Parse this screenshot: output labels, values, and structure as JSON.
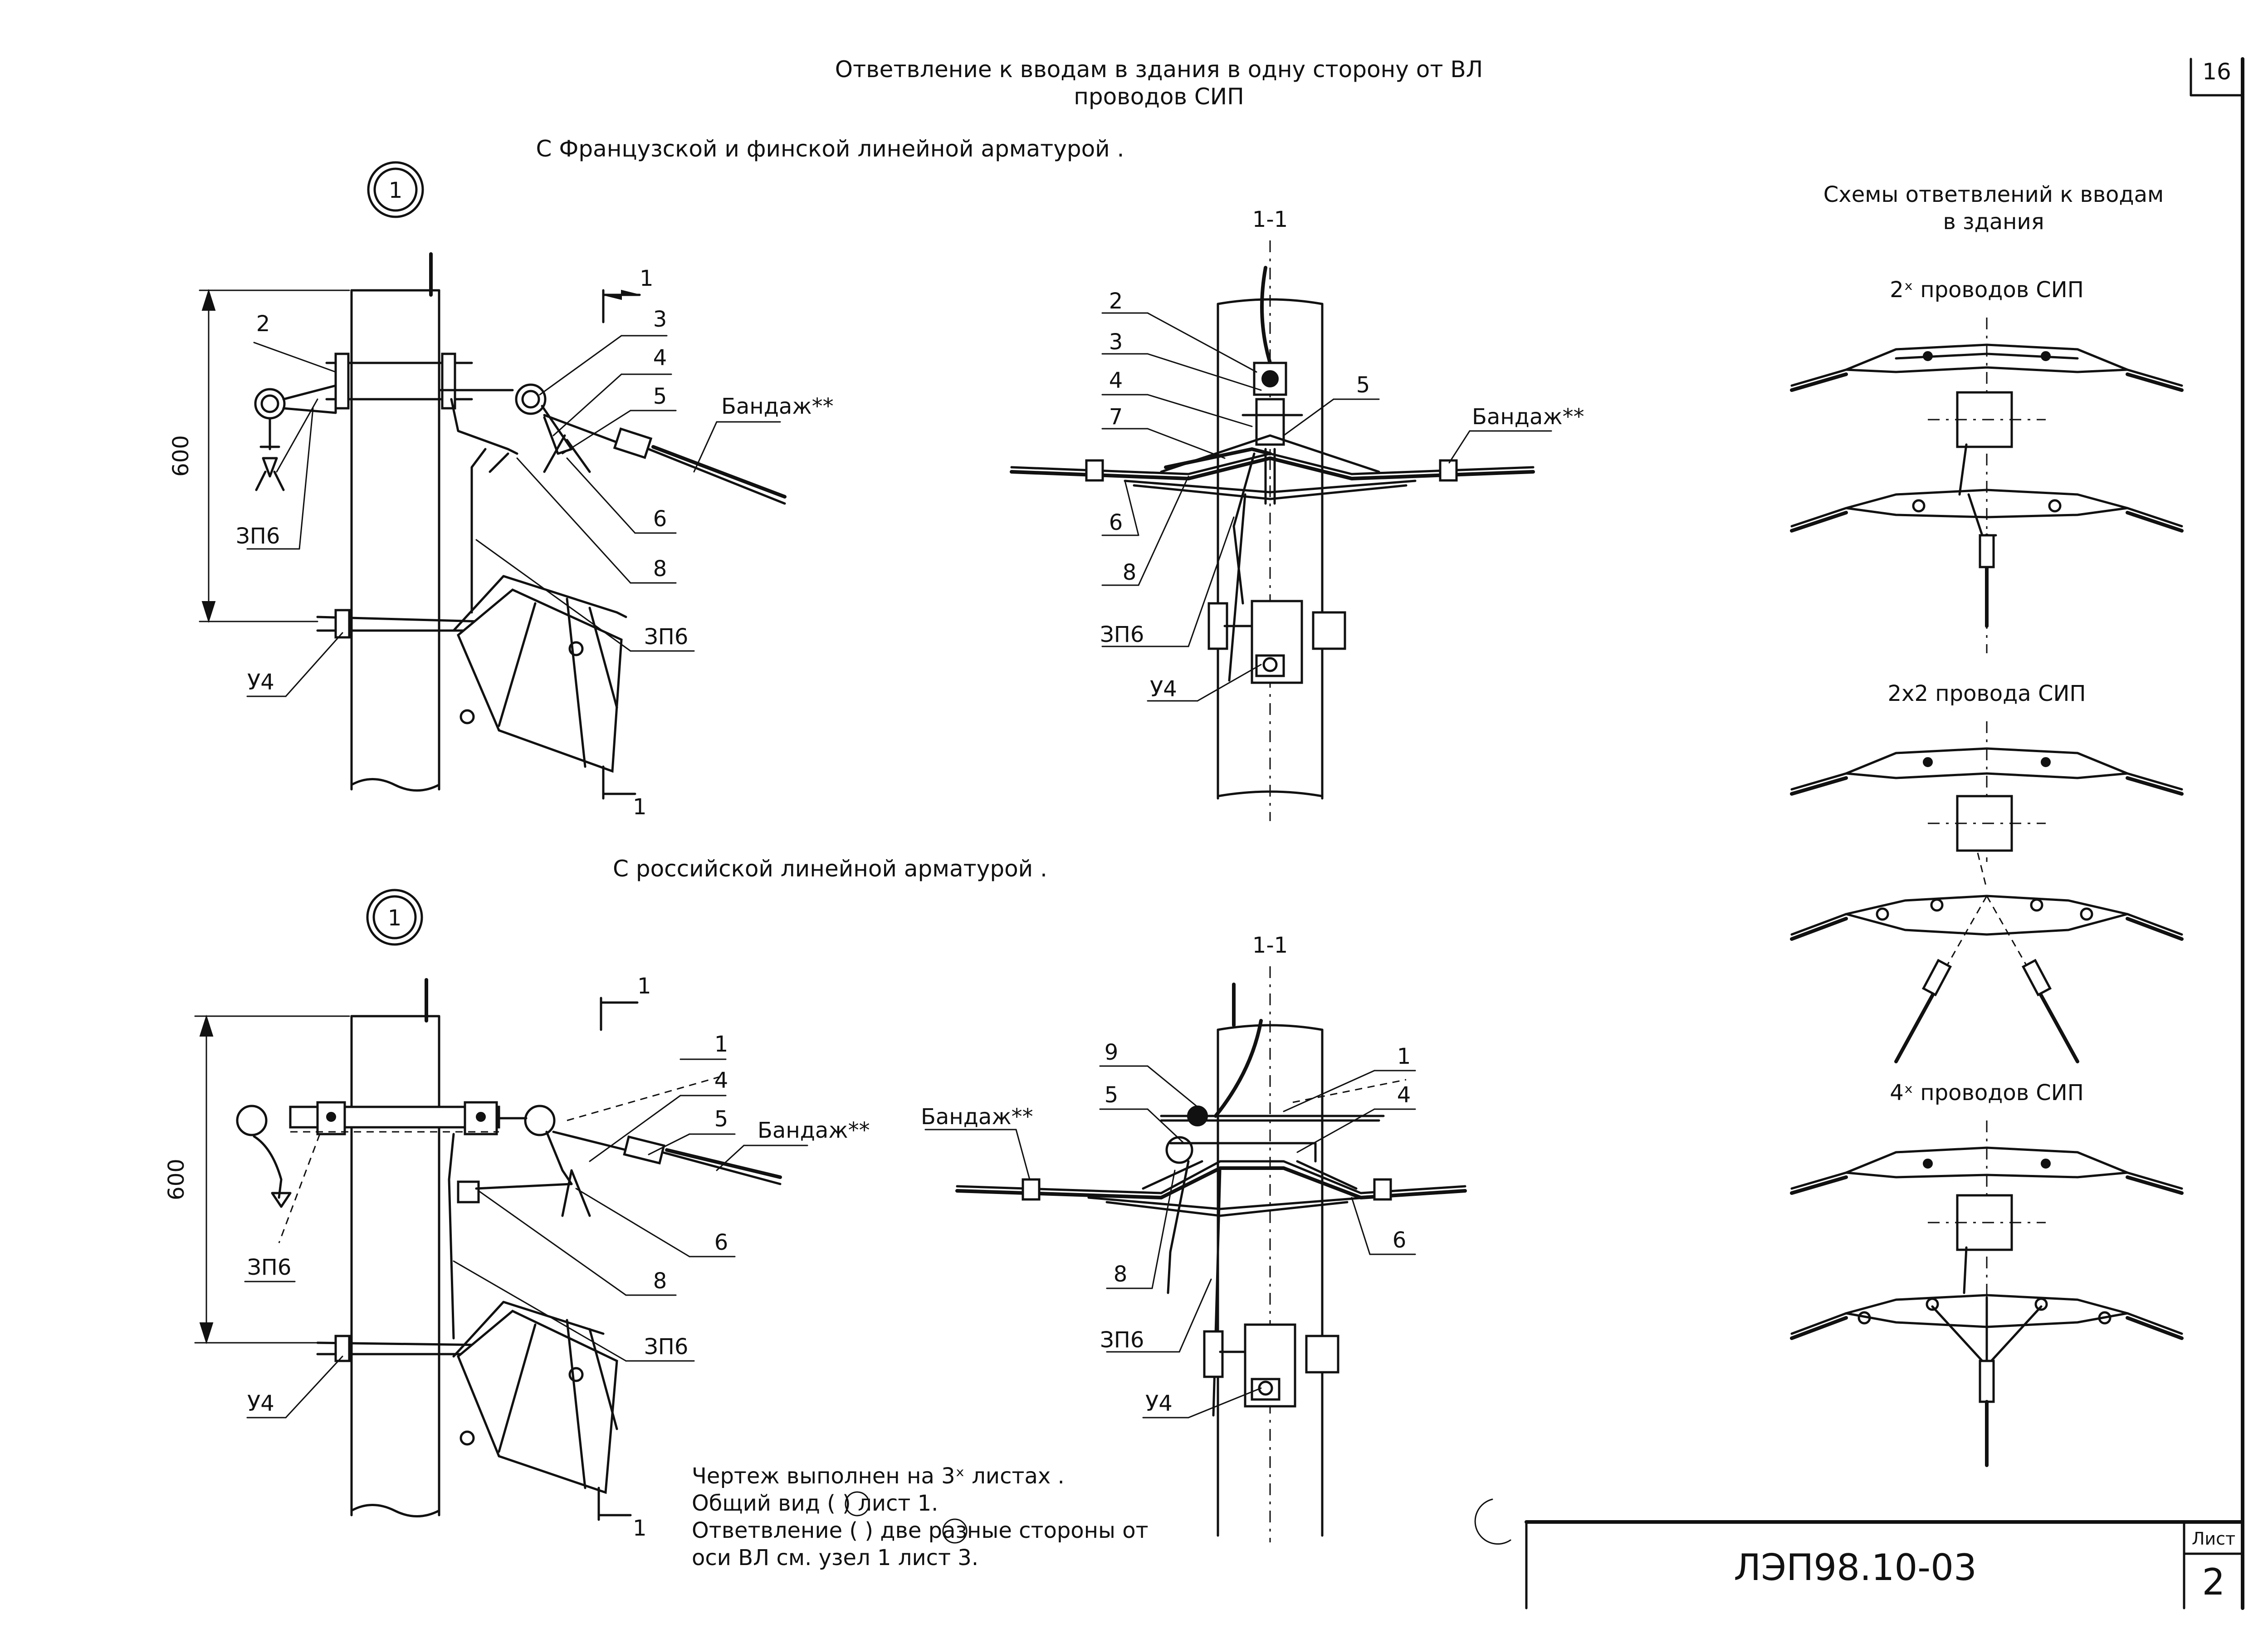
{
  "sheet_title": {
    "line1": "Ответвление к вводам в здания в одну сторону от ВЛ",
    "line2": "проводов СИП"
  },
  "corner_mark": "16",
  "section_french": "С Французской и финской линейной арматурой .",
  "section_russian": "С российской линейной арматурой .",
  "node_number": "1",
  "section_label": "1-1",
  "cut_mark": "1",
  "dimension_600": "600",
  "bandage": "Бандаж**",
  "labels": {
    "n1": "1",
    "n2": "2",
    "n3": "3",
    "n4": "4",
    "n5": "5",
    "n6": "6",
    "n7": "7",
    "n8": "8",
    "n9": "9",
    "zp6": "ЗП6",
    "u4": "У4"
  },
  "schemes": {
    "title_line1": "Схемы ответвлений к вводам",
    "title_line2": "в здания",
    "s1": "2ˣ проводов СИП",
    "s2": "2х2 провода СИП",
    "s3": "4ˣ проводов СИП"
  },
  "notes": [
    "Чертеж выполнен на 3ˣ листах .",
    "Общий вид (   ) лист 1.",
    "Ответвление (   ) две разные стороны от",
    "оси ВЛ см. узел 1 лист 3."
  ],
  "title_block": {
    "code": "ЛЭП98.10-03",
    "sheet_label": "Лист",
    "sheet_number": "2"
  }
}
